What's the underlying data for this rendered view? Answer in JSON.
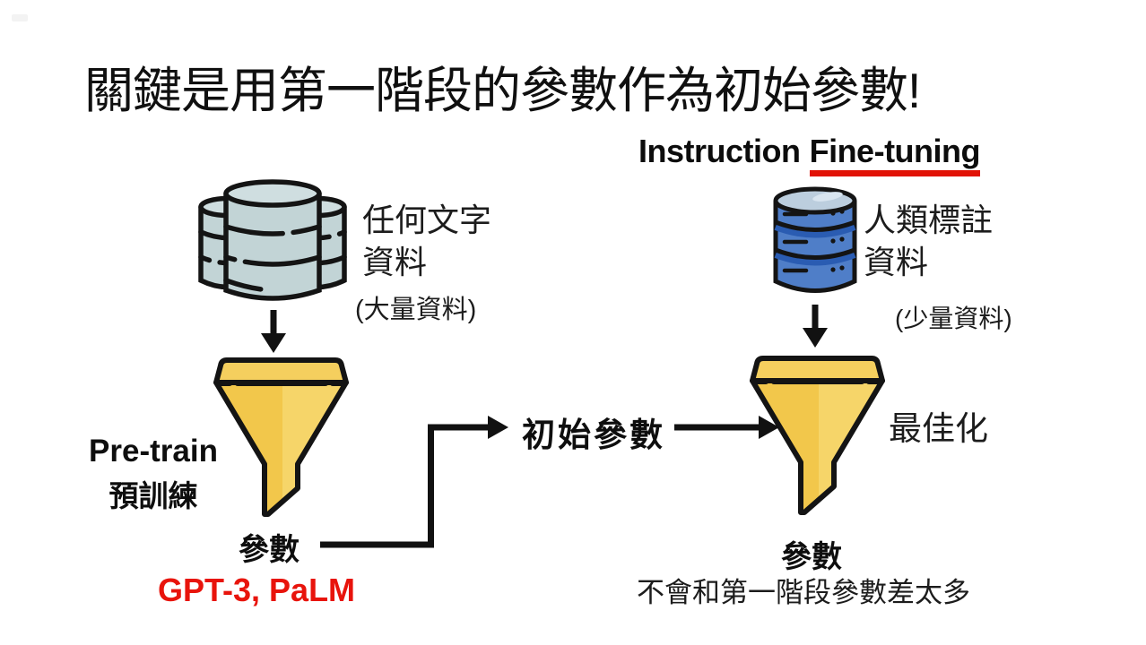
{
  "slide": {
    "title": "關鍵是用第一階段的參數作為初始參數!",
    "heading": {
      "prefix": "Instruction",
      "underlined": "Fine-tuning"
    }
  },
  "pretrain_stage": {
    "database_icon": "stacked-database-cluster-icon",
    "data_label": {
      "line1": "任何文字",
      "line2": "資料"
    },
    "data_note": "(大量資料)",
    "funnel_icon": "funnel-icon",
    "stage_name_en": "Pre-train",
    "stage_name_zh": "預訓練",
    "output_label": "參數",
    "example_models": "GPT-3, PaLM"
  },
  "transfer": {
    "label": "初始參數"
  },
  "finetune_stage": {
    "database_icon": "database-icon",
    "data_label": {
      "line1": "人類標註",
      "line2": "資料"
    },
    "data_note": "(少量資料)",
    "funnel_icon": "funnel-icon",
    "side_label": "最佳化",
    "output_label": "參數",
    "output_note": "不會和第一階段參數差太多"
  },
  "colors": {
    "underline_red": "#e11205",
    "models_red": "#e8140c",
    "funnel_gold": "#f2c74b",
    "funnel_gold_light": "#f7d76e",
    "db_cluster_fill": "#c2d4d6",
    "db_blue_body": "#4f7ec8",
    "db_blue_top": "#bccede",
    "db_blue_band": "#2a5cb2",
    "line_black": "#111111"
  }
}
